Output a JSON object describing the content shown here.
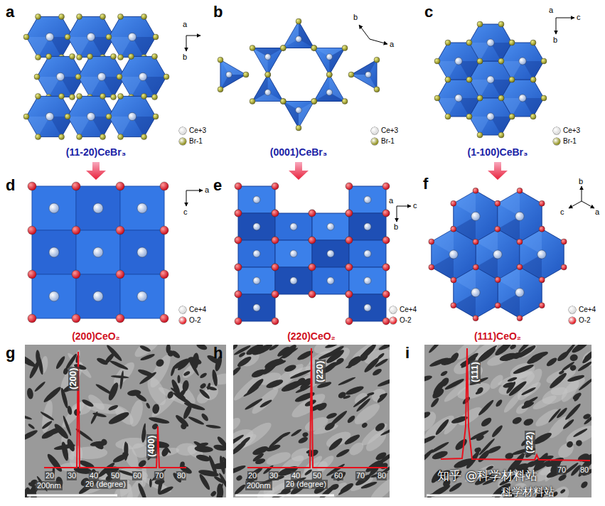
{
  "diagram": {
    "labels": [
      "a",
      "a",
      "b",
      "b",
      "b",
      "a",
      "c",
      "a",
      "c",
      "b",
      "(11-20)CeBr₃",
      "(0001)CeBr₃",
      "(1-100)CeBr₃",
      "d",
      "a",
      "c",
      "e",
      "a",
      "c",
      "b",
      "f",
      "b",
      "a",
      "c",
      "(200)CeO₂",
      "(220)CeO₂",
      "(111)CeO₂",
      "g",
      "(200)",
      "(400)",
      "20",
      "30",
      "40",
      "50",
      "60",
      "70",
      "80",
      "2θ (degree)",
      "200nm",
      "h",
      "(220)",
      "20",
      "30",
      "40",
      "50",
      "60",
      "70",
      "80",
      "2θ (degree)",
      "200nm",
      "i",
      "(111)",
      "(222)",
      "70",
      "80",
      "知乎 @科学材料站",
      "科学材料站"
    ],
    "legend": [
      {
        "text": "Ce+3",
        "color": "#d9d9d9"
      },
      {
        "text": "Br-1",
        "color": "#8c8c14"
      },
      {
        "text": "Ce+3",
        "color": "#d9d9d9"
      },
      {
        "text": "Br-1",
        "color": "#8c8c14"
      },
      {
        "text": "Ce+3",
        "color": "#d9d9d9"
      },
      {
        "text": "Br-1",
        "color": "#8c8c14"
      },
      {
        "text": "Ce+4",
        "color": "#d9d9d9"
      },
      {
        "text": "O-2",
        "color": "#e3121b"
      },
      {
        "text": "Ce+4",
        "color": "#d9d9d9"
      },
      {
        "text": "O-2",
        "color": "#e3121b"
      },
      {
        "text": "Ce+4",
        "color": "#d9d9d9"
      },
      {
        "text": "O-2",
        "color": "#e3121b"
      }
    ]
  }
}
